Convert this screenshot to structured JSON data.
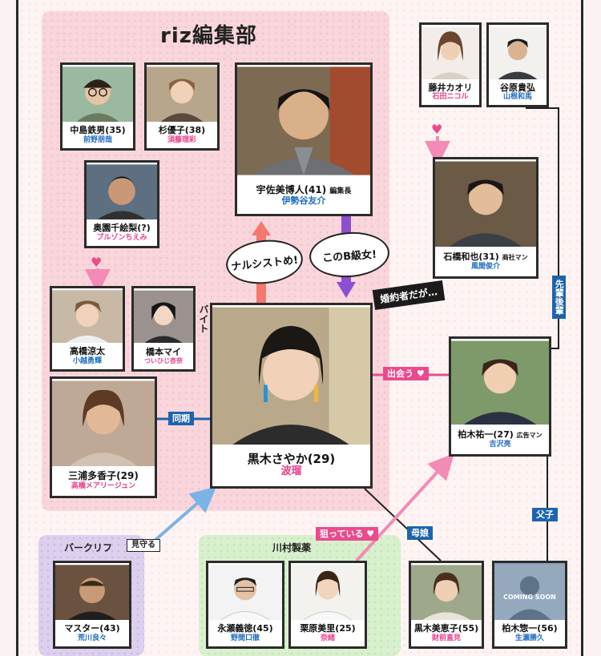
{
  "groups": {
    "riz": "riz編集部",
    "bar": "バークリフ",
    "kawamura": "川村製薬"
  },
  "people": {
    "nakajima": {
      "name": "中島鉄男(35)",
      "actor": "前野朋哉"
    },
    "sugi": {
      "name": "杉優子(38)",
      "actor": "須藤理彩"
    },
    "usami": {
      "name": "宇佐美博人(41)",
      "role": "編集長",
      "actor": "伊勢谷友介"
    },
    "okuzono": {
      "name": "奥園千絵梨(?)",
      "actor": "ブルゾンちえみ"
    },
    "takahashi": {
      "name": "高橋涼太",
      "actor": "小越勇輝"
    },
    "hashimoto": {
      "name": "橋本マイ",
      "actor": "ついひじ杏奈"
    },
    "miura": {
      "name": "三浦多香子(29)",
      "actor": "高橋メアリージュン"
    },
    "kuroki": {
      "name": "黒木さやか(29)",
      "actor": "波瑠"
    },
    "fujii": {
      "name": "藤井カオリ",
      "actor": "石田ニコル"
    },
    "tanihara": {
      "name": "谷原貴弘",
      "actor": "山根和馬"
    },
    "ishibashi": {
      "name": "石橋和也(31)",
      "role": "商社マン",
      "actor": "風間俊介"
    },
    "kashiwagi": {
      "name": "柏木祐一(27)",
      "role": "広告マン",
      "actor": "吉沢亮"
    },
    "master": {
      "name": "マスター(43)",
      "actor": "荒川良々"
    },
    "nagase": {
      "name": "永瀬義徳(45)",
      "actor": "野間口徹"
    },
    "kurihara": {
      "name": "栗原美里(25)",
      "actor": "奈緒"
    },
    "kuroki_mie": {
      "name": "黒木美恵子(55)",
      "actor": "財前直見"
    },
    "kashiwagi_so": {
      "name": "柏木惣一(56)",
      "actor": "生瀬勝久",
      "placeholder": "COMING SOON"
    }
  },
  "relations": {
    "narcissist": "ナルシストめ!",
    "b_class": "このB級女!",
    "engaged": "婚約者だが…",
    "baito": "バイト",
    "douki": "同期",
    "deau": "出会う",
    "senpai": "先輩後輩",
    "fushi": "父子",
    "boyo": "母娘",
    "neratteiru": "狙っている",
    "mimamoru": "見守る"
  },
  "colors": {
    "pink": "#ec4a8e",
    "blue": "#1d64ad",
    "actor_blue": "#1d6bbf"
  }
}
